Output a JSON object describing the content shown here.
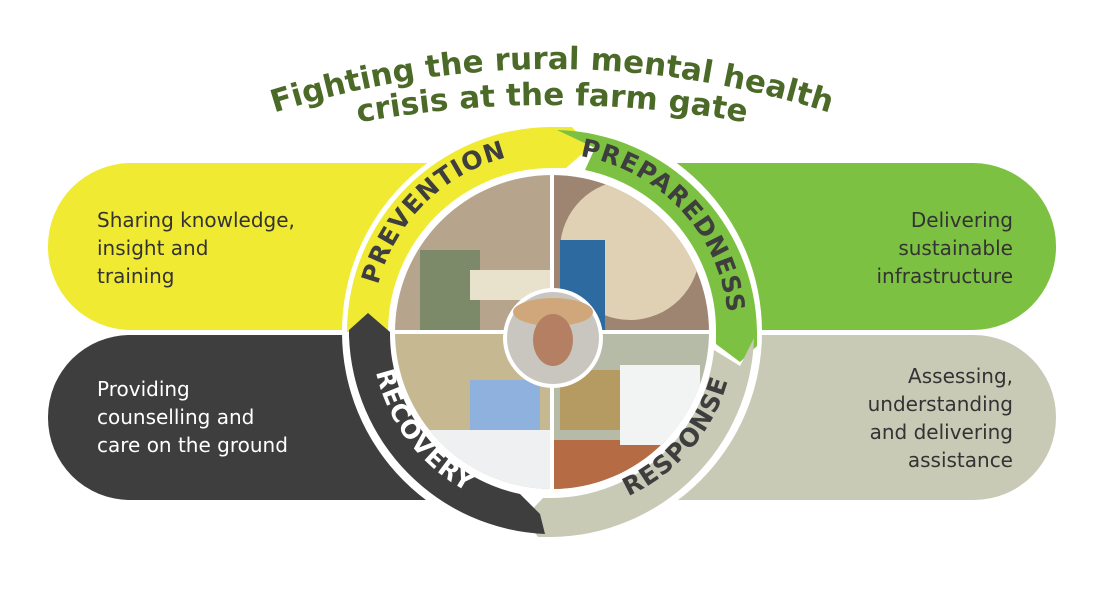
{
  "title": {
    "line1": "Fighting the rural mental health",
    "line2": "crisis at the farm gate"
  },
  "colors": {
    "prevention": "#f0ea33",
    "preparedness": "#7dc142",
    "recovery": "#3e3e3e",
    "response": "#c8cab6",
    "title": "#4b6a28"
  },
  "phases": {
    "prevention": {
      "label": "PREVENTION",
      "lines": [
        "Sharing knowledge,",
        "insight and",
        "training"
      ]
    },
    "preparedness": {
      "label": "PREPAREDNESS",
      "lines": [
        "Delivering",
        "sustainable",
        "infrastructure"
      ]
    },
    "recovery": {
      "label": "RECOVERY",
      "lines": [
        "Providing",
        "counselling and",
        "care on the ground"
      ]
    },
    "response": {
      "label": "RESPONSE",
      "lines": [
        "Assessing,",
        "understanding",
        "and delivering",
        "assistance"
      ]
    }
  },
  "photos": [
    "meeting-photo",
    "water-tank-photo",
    "farmer-portrait-photo",
    "farm-woman-photo",
    "hay-truck-photo"
  ]
}
